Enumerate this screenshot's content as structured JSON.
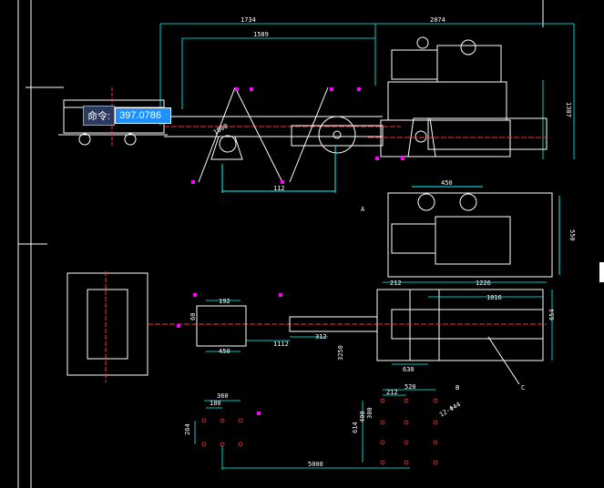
{
  "command": {
    "prompt_label": "命令:",
    "input_value": "397.0786"
  },
  "dimensions": {
    "d1734": "1734",
    "d2074": "2074",
    "d1589": "1589",
    "d1307": "1307",
    "d112a": "112",
    "d450a": "450",
    "d550": "550",
    "d212a": "212",
    "d1226": "1226",
    "d1016": "1016",
    "d654": "654",
    "d630": "630",
    "d192": "192",
    "d450b": "450",
    "d1112": "1112",
    "d312": "312",
    "d360": "360",
    "d180": "180",
    "d264": "264",
    "d5000": "5000",
    "d520": "520",
    "d212b": "212",
    "d614": "614",
    "d400": "400",
    "d300": "300",
    "dhole": "12-Φ44",
    "d60": "60",
    "d1000": "1000",
    "d3250": "3250"
  },
  "callouts": {
    "a": "A",
    "b": "B",
    "c": "C"
  },
  "colors": {
    "background": "#000000",
    "geometry": "#ffffff",
    "dimension": "#00ffff",
    "centerline": "#ff3030",
    "marker": "#ff00ff",
    "command_input": "#1e90ff"
  }
}
